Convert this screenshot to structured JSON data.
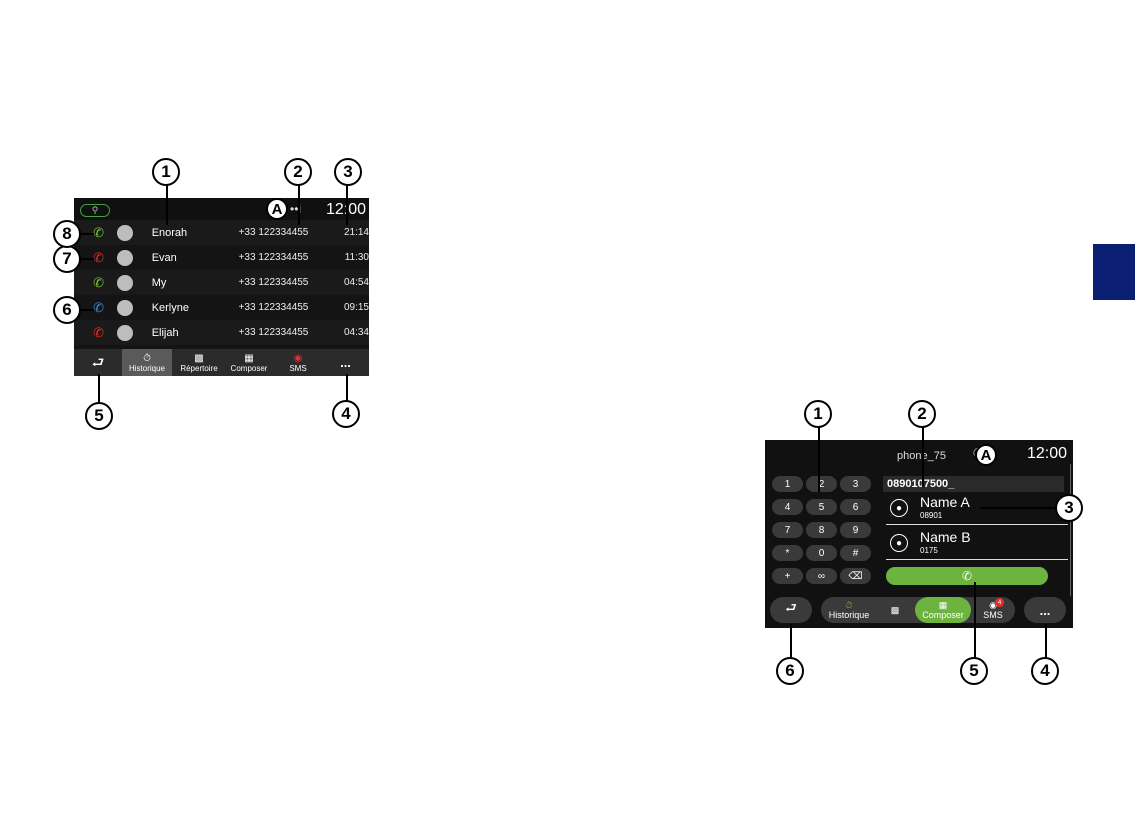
{
  "screen1": {
    "clock": "12:00",
    "marker": "A",
    "contacts": [
      {
        "name": "Enorah",
        "number": "+33 122334455",
        "time": "21:14",
        "icon_color": "#7dc242"
      },
      {
        "name": "Evan",
        "number": "+33 122334455",
        "time": "11:30",
        "icon_color": "#e52f2f"
      },
      {
        "name": "My",
        "number": "+33 122334455",
        "time": "04:54",
        "icon_color": "#7dc242"
      },
      {
        "name": "Kerlyne",
        "number": "+33 122334455",
        "time": "09:15",
        "icon_color": "#3a8fe0"
      },
      {
        "name": "Elijah",
        "number": "+33 122334455",
        "time": "04:34",
        "icon_color": "#e52f2f"
      }
    ],
    "nav": {
      "historique": "Historique",
      "repertoire": "Répertoire",
      "composer": "Composer",
      "sms": "SMS",
      "more": "..."
    },
    "callouts": {
      "c1": "1",
      "c2": "2",
      "c3": "3",
      "c4": "4",
      "c5": "5",
      "c6": "6",
      "c7": "7",
      "c8": "8"
    }
  },
  "screen2": {
    "phone_name": "phone_75",
    "clock": "12:00",
    "marker": "A",
    "number_field": "0890107500_",
    "keys": [
      "1",
      "2",
      "3",
      "4",
      "5",
      "6",
      "7",
      "8",
      "9",
      "*",
      "0",
      "#",
      "+"
    ],
    "contacts": [
      {
        "name": "Name A",
        "number": "08901"
      },
      {
        "name": "Name B",
        "number": "0175"
      }
    ],
    "nav": {
      "historique": "Historique",
      "composer": "Composer",
      "sms": "SMS",
      "sms_badge": "4",
      "more": "..."
    },
    "callouts": {
      "c1": "1",
      "c2": "2",
      "c3": "3",
      "c4": "4",
      "c5": "5",
      "c6": "6"
    }
  },
  "colors": {
    "accent_green": "#6cb33f",
    "side_tab": "#0b1f74"
  }
}
